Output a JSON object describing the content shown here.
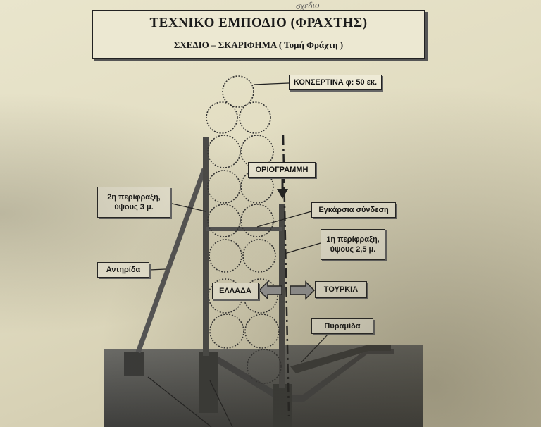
{
  "header": {
    "title": "ΤΕΧΝΙΚΟ ΕΜΠΟΔΙΟ (ΦΡΑΧΤΗΣ)",
    "subtitle": "ΣΧΕΔΙΟ – ΣΚΑΡΙΦΗΜΑ   ( Τομή Φράχτη )",
    "handwriting": "σχεδιο"
  },
  "labels": {
    "concertina": "ΚΟΝΣΕΡΤΙΝΑ φ: 50 εκ.",
    "border_line": "ΟΡΙΟΓΡΑΜΜΗ",
    "fence2_line1": "2η περίφραξη,",
    "fence2_line2": "ύψους 3 μ.",
    "cross_link": "Εγκάρσια σύνδεση",
    "fence1_line1": "1η περίφραξη,",
    "fence1_line2": "ύψους 2,5 μ.",
    "brace": "Αντηρίδα",
    "greece": "ΕΛΛΑΔΑ",
    "turkey": "ΤΟΥΡΚΙΑ",
    "pyramid": "Πυραμίδα"
  },
  "colors": {
    "paper": "#e6e2c8",
    "ground": "#5a5a58",
    "post": "#4a4a48",
    "wire": "#333333"
  }
}
